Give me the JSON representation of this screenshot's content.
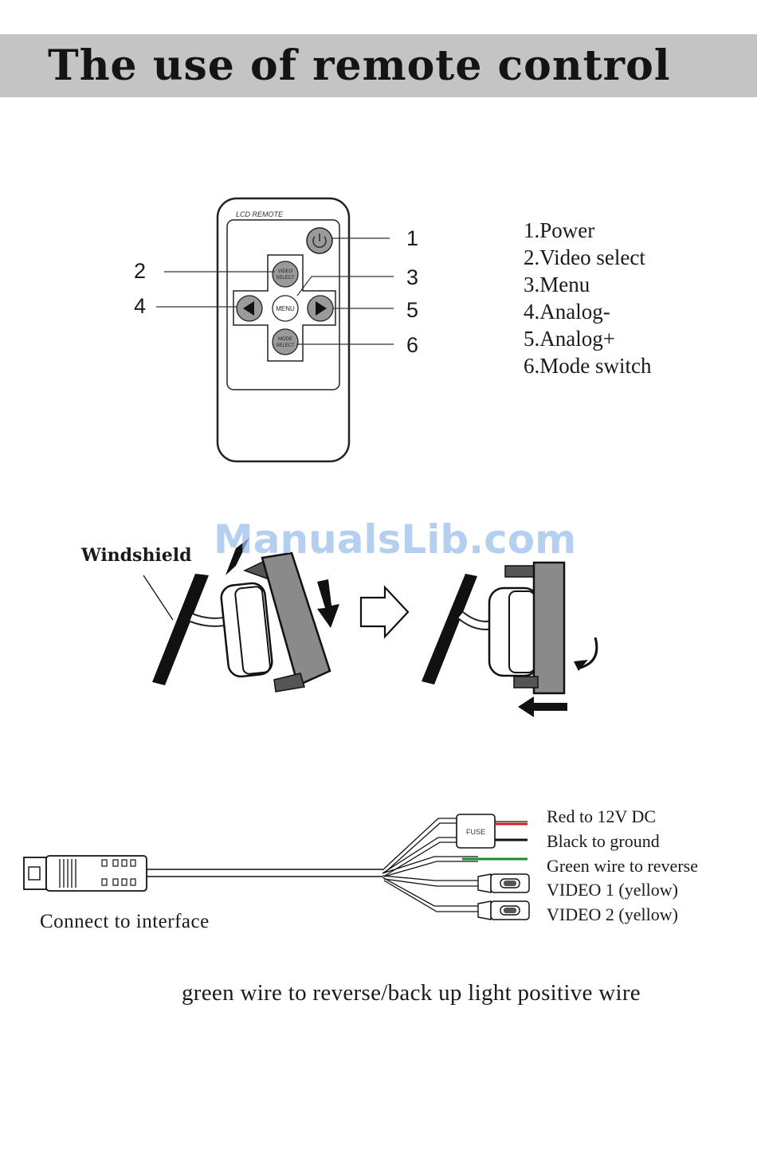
{
  "header": {
    "title": "The use of remote control"
  },
  "remote": {
    "brand_label": "LCD REMOTE",
    "buttons": {
      "video_select": "VIDEO SELECT",
      "menu": "MENU",
      "mode_select": "MODE SELECT"
    },
    "callouts": [
      "1",
      "2",
      "3",
      "4",
      "5",
      "6"
    ]
  },
  "legend": {
    "items": [
      "1.Power",
      "2.Video select",
      "3.Menu",
      "4.Analog-",
      "5.Analog+",
      "6.Mode switch"
    ]
  },
  "mounting": {
    "windshield_label": "Windshield"
  },
  "watermark": "ManualsLib.com",
  "wiring": {
    "fuse_label": "FUSE",
    "connector_label": "Connect to interface",
    "wire_labels": [
      "Red to 12V DC",
      "Black to ground",
      "Green wire to reverse",
      "VIDEO 1 (yellow)",
      "VIDEO 2 (yellow)"
    ],
    "wire_colors": {
      "red": "#d0201c",
      "black": "#111111",
      "green": "#1e8a2e"
    }
  },
  "footer_note": "green wire to reverse/back up light positive wire"
}
